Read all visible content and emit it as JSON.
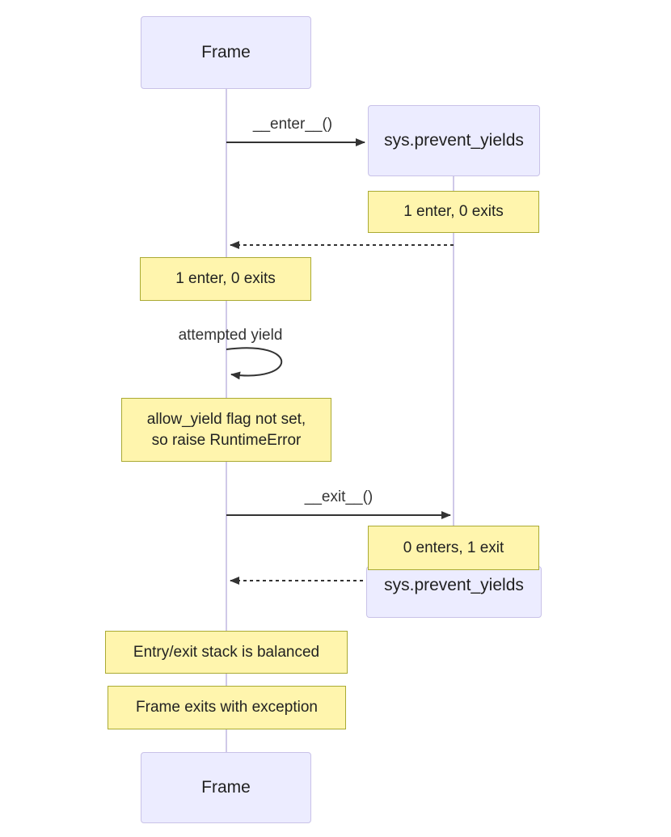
{
  "diagram": {
    "type": "sequence",
    "actors": [
      {
        "name": "Frame"
      },
      {
        "name": "sys.prevent_yields"
      }
    ],
    "messages": [
      {
        "label": "__enter__()",
        "from": "Frame",
        "to": "sys.prevent_yields",
        "style": "solid"
      },
      {
        "label": "",
        "from": "sys.prevent_yields",
        "to": "Frame",
        "style": "dashed"
      },
      {
        "label": "attempted yield",
        "from": "Frame",
        "to": "Frame",
        "style": "self-loop"
      },
      {
        "label": "__exit__()",
        "from": "Frame",
        "to": "sys.prevent_yields",
        "style": "solid"
      },
      {
        "label": "",
        "from": "sys.prevent_yields",
        "to": "Frame",
        "style": "dashed"
      }
    ],
    "notes": [
      {
        "text": "1 enter, 0 exits",
        "over": "sys.prevent_yields"
      },
      {
        "text": "1 enter, 0 exits",
        "over": "Frame"
      },
      {
        "lines": [
          "allow_yield flag not set,",
          "so raise RuntimeError"
        ],
        "over": "Frame"
      },
      {
        "text": "0 enters, 1 exit",
        "over": "sys.prevent_yields"
      },
      {
        "text": "Entry/exit stack is balanced",
        "over": "Frame"
      },
      {
        "text": "Frame exits with exception",
        "over": "Frame"
      }
    ],
    "colors": {
      "actor_fill": "#ECECFF",
      "actor_border": "#C9C2E8",
      "lifeline": "#CFC9E8",
      "note_fill": "#FFF5AD",
      "note_border": "#AAAA33",
      "arrow": "#333333"
    }
  }
}
